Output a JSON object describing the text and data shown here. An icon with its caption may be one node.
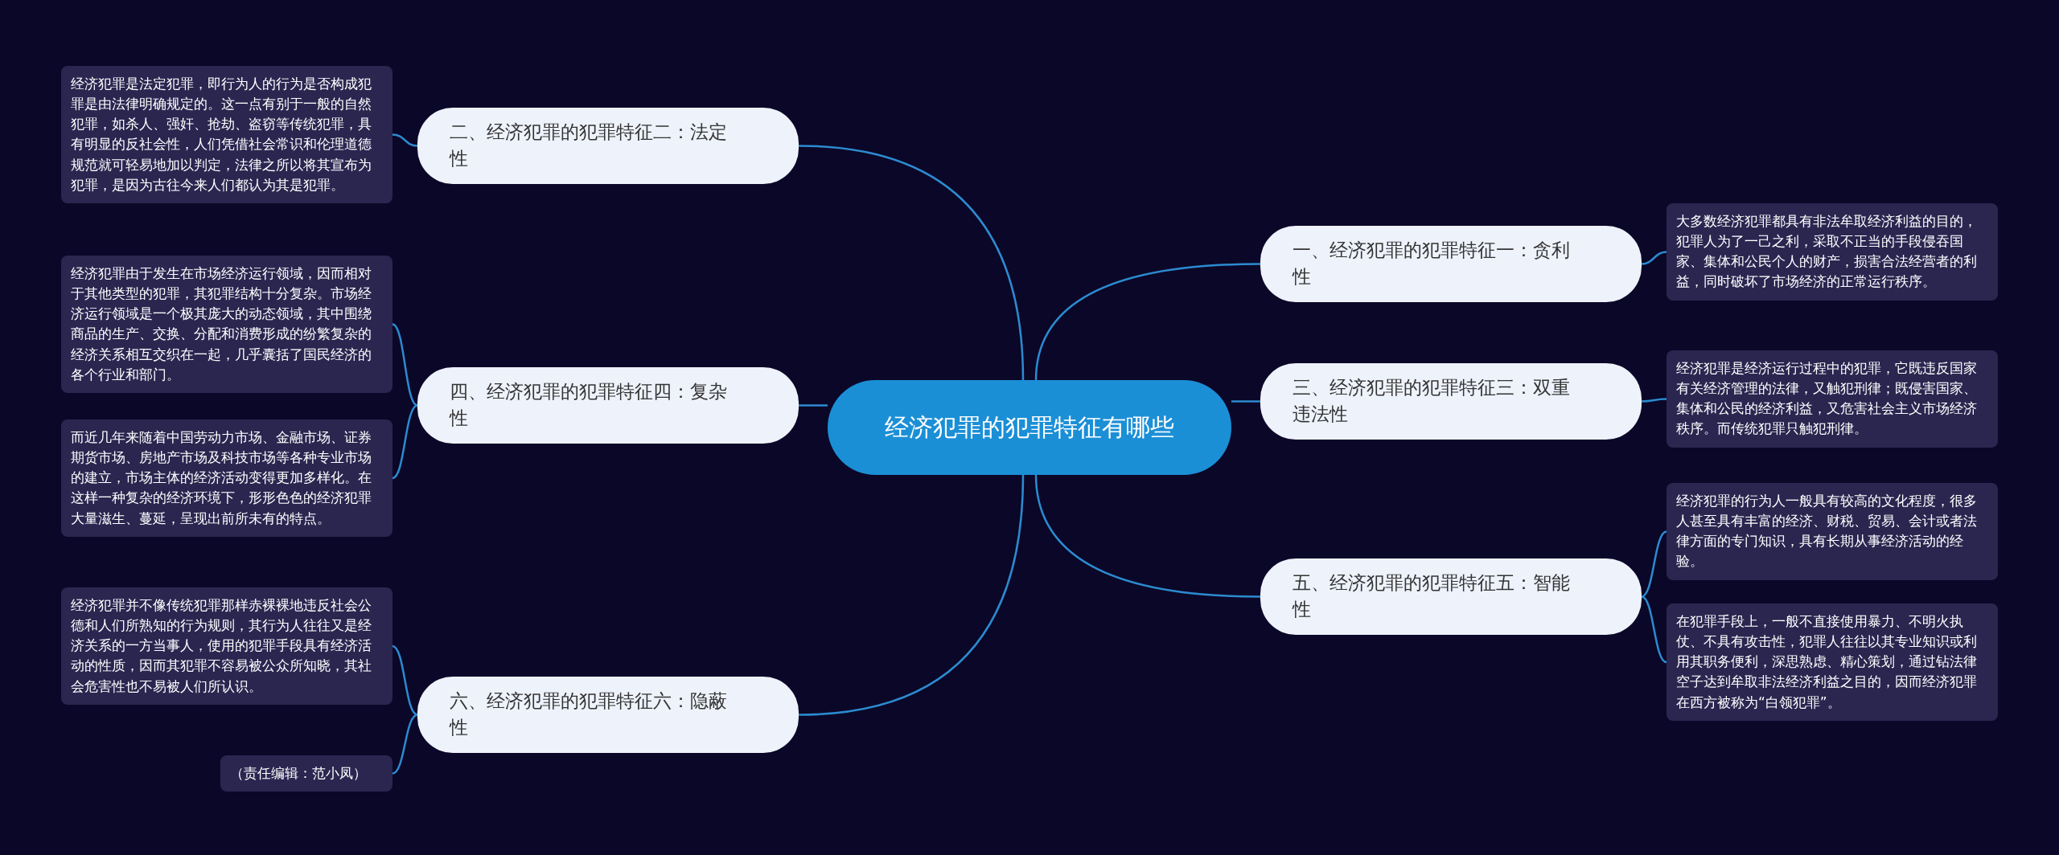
{
  "diagram": {
    "nodes": [
      {
        "text": [
          "经济犯罪的犯罪特征有哪些"
        ]
      },
      {
        "text": [
          "二、经济犯罪的犯罪特征二：法定性"
        ]
      },
      {
        "text": [
          "经济犯罪是法定犯罪，即行为人的行为是否构成犯罪是由法律明确规定的。这一点有别于一般的自然犯罪，如杀人、强奸、抢劫、盗窃等传统犯罪，具有明显的反社会性，人们凭借社会常识和伦理道德规范就可轻易地加以判定，法律之所以将其宣布为犯罪，是因为古往今来人们都认为其是犯罪。"
        ]
      },
      {
        "text": [
          "四、经济犯罪的犯罪特征四：复杂性"
        ]
      },
      {
        "text": [
          "经济犯罪由于发生在市场经济运行领域，因而相对于其他类型的犯罪，其犯罪结构十分复杂。市场经济运行领域是一个极其庞大的动态领域，其中围绕商品的生产、交换、分配和消费形成的纷繁复杂的经济关系相互交织在一起，几乎囊括了国民经济的各个行业和部门。"
        ]
      },
      {
        "text": [
          "而近几年来随着中国劳动力市场、金融市场、证券期货市场、房地产市场及科技市场等各种专业市场的建立，市场主体的经济活动变得更加多样化。在这样一种复杂的经济环境下，形形色色的经济犯罪大量滋生、蔓延，呈现出前所未有的特点。"
        ]
      },
      {
        "text": [
          "六、经济犯罪的犯罪特征六：隐蔽性"
        ]
      },
      {
        "text": [
          "经济犯罪并不像传统犯罪那样赤裸裸地违反社会公德和人们所熟知的行为规则，其行为人往往又是经济关系的一方当事人，使用的犯罪手段具有经济活动的性质，因而其犯罪不容易被公众所知晓，其社会危害性也不易被人们所认识。"
        ]
      },
      {
        "text": [
          "（责任编辑：范小凤）"
        ]
      },
      {
        "text": [
          "一、经济犯罪的犯罪特征一：贪利性"
        ]
      },
      {
        "text": [
          "大多数经济犯罪都具有非法牟取经济利益的目的，犯罪人为了一己之利，采取不正当的手段侵吞国家、集体和公民个人的财产，损害合法经营者的利益，同时破坏了市场经济的正常运行秩序。"
        ]
      },
      {
        "text": [
          "三、经济犯罪的犯罪特征三：双重违法性"
        ]
      },
      {
        "text": [
          "经济犯罪是经济运行过程中的犯罪，它既违反国家有关经济管理的法律，又触犯刑律；既侵害国家、集体和公民的经济利益，又危害社会主义市场经济秩序。而传统犯罪只触犯刑律。"
        ]
      },
      {
        "text": [
          "五、经济犯罪的犯罪特征五：智能性"
        ]
      },
      {
        "text": [
          "经济犯罪的行为人一般具有较高的文化程度，很多人甚至具有丰富的经济、财税、贸易、会计或者法律方面的专门知识，具有长期从事经济活动的经验。"
        ]
      },
      {
        "text": [
          "在犯罪手段上，一般不直接使用暴力、不明火执仗、不具有攻击性，犯罪人往往以其专业知识或利用其职务便利，深思熟虑、精心策划，通过钻法律空子达到牟取非法经济利益之目的，因而经济犯罪在西方被称为“白领犯罪”。"
        ]
      }
    ],
    "edges": [
      {
        "from": 0,
        "to": 1,
        "arrow": "none"
      },
      {
        "from": 1,
        "to": 2,
        "arrow": "none"
      },
      {
        "from": 0,
        "to": 3,
        "arrow": "none"
      },
      {
        "from": 3,
        "to": 4,
        "arrow": "none"
      },
      {
        "from": 3,
        "to": 5,
        "arrow": "none"
      },
      {
        "from": 0,
        "to": 6,
        "arrow": "none"
      },
      {
        "from": 6,
        "to": 7,
        "arrow": "none"
      },
      {
        "from": 6,
        "to": 8,
        "arrow": "none"
      },
      {
        "from": 0,
        "to": 9,
        "arrow": "none"
      },
      {
        "from": 9,
        "to": 10,
        "arrow": "none"
      },
      {
        "from": 0,
        "to": 11,
        "arrow": "none"
      },
      {
        "from": 11,
        "to": 12,
        "arrow": "none"
      },
      {
        "from": 0,
        "to": 13,
        "arrow": "none"
      },
      {
        "from": 13,
        "to": 14,
        "arrow": "none"
      },
      {
        "from": 13,
        "to": 15,
        "arrow": "none"
      }
    ]
  }
}
